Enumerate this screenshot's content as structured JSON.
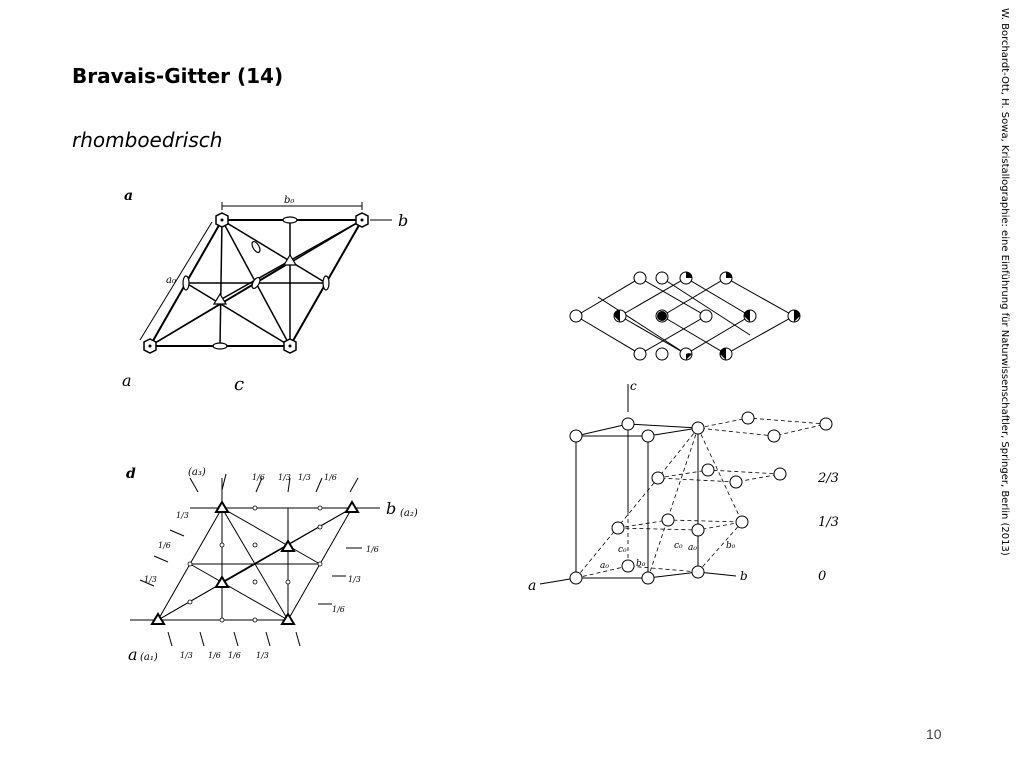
{
  "slide": {
    "title": "Bravais-Gitter (14)",
    "subtitle": "rhomboedrisch",
    "citation": "W. Borchardt-Ott, H. Sowa, Kristallographie: eine Einführung für Naturwissenschaftler, Springer, Berlin (2013)",
    "page_number": "10"
  },
  "figures": {
    "top_left": {
      "panel_label": "a",
      "axis_a": "a",
      "axis_b": "b",
      "b0_label": "b₀",
      "a0_label": "a₀",
      "center_label": "c"
    },
    "bottom_left": {
      "panel_label": "d",
      "axis_a": "a",
      "axis_a_paren": "(a₁)",
      "axis_b": "b",
      "axis_b_paren": "(a₂)",
      "axis_a3": "(a₃)",
      "top_heights": [
        "1/6",
        "1/3",
        "1/3",
        "1/6"
      ],
      "bottom_heights": [
        "1/3",
        "1/6",
        "1/6",
        "1/3"
      ],
      "left_heights": [
        "1/3",
        "1/6",
        "1/3"
      ],
      "right_heights": [
        "1/6",
        "1/3",
        "1/6"
      ]
    },
    "bottom_right": {
      "axis_c": "c",
      "axis_a": "a",
      "axis_b": "b",
      "height_2_3": "2/3",
      "height_1_3": "1/3",
      "height_0": "0",
      "labels": [
        "c₀",
        "a₀",
        "b₀",
        "c₀",
        "a₀",
        "b₀"
      ]
    }
  }
}
